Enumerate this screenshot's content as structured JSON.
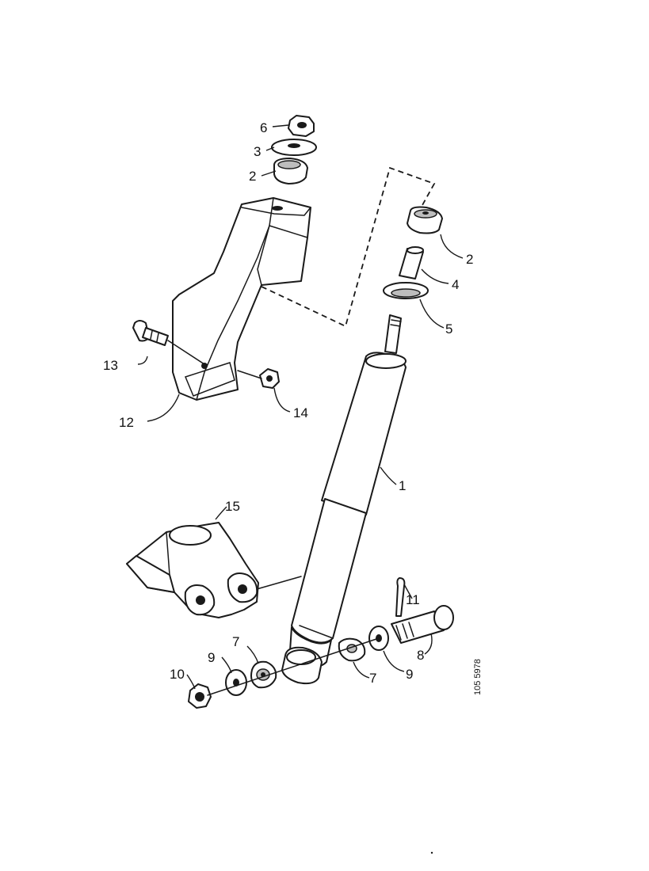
{
  "callouts": {
    "c1": "1",
    "c2_top": "2",
    "c2_right": "2",
    "c3": "3",
    "c4": "4",
    "c5": "5",
    "c6": "6",
    "c7_left": "7",
    "c7_right": "7",
    "c8": "8",
    "c9_left": "9",
    "c9_right": "9",
    "c10": "10",
    "c11": "11",
    "c12": "12",
    "c13": "13",
    "c14": "14",
    "c15": "15"
  },
  "reference_code": "105 5978"
}
